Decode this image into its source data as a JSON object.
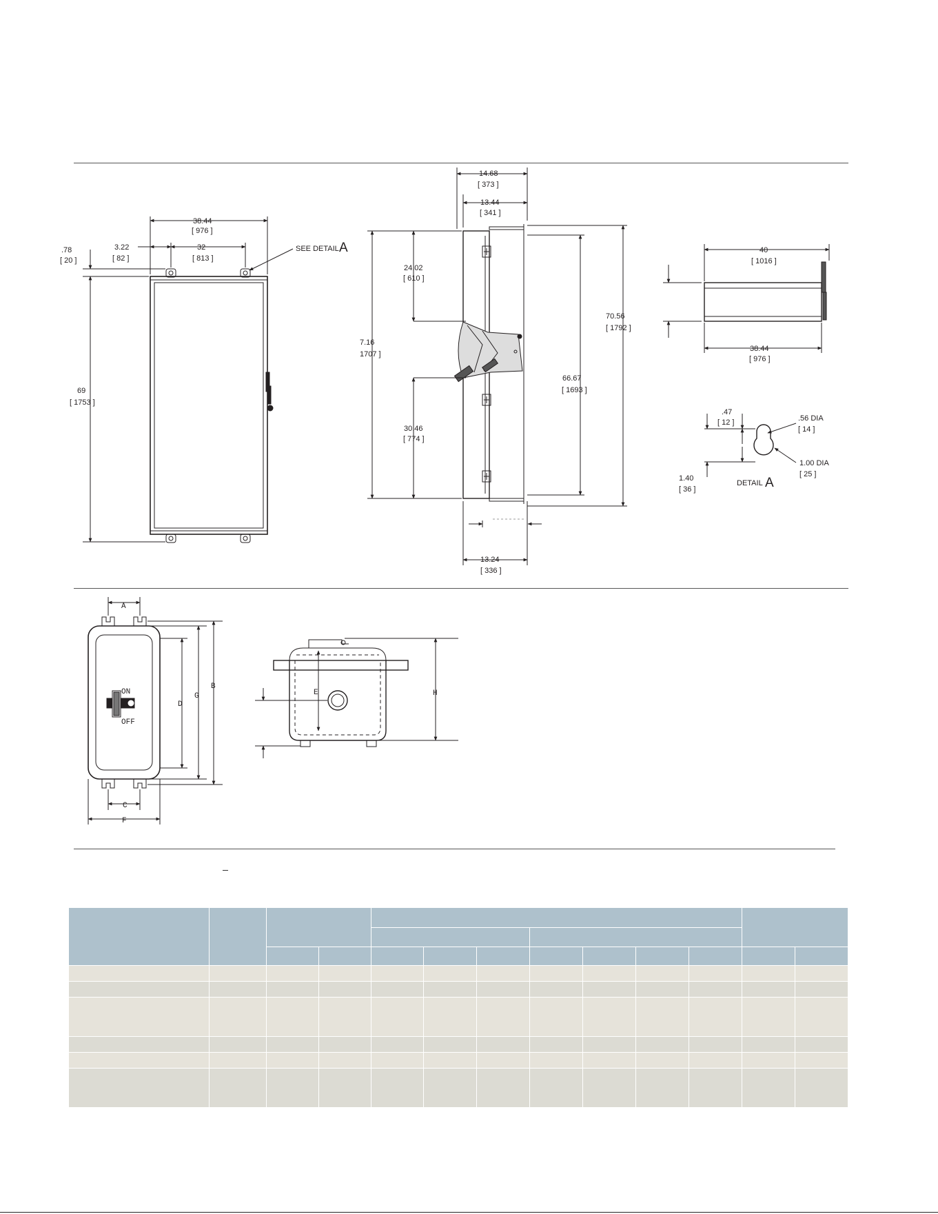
{
  "drawing1": {
    "dim_overall_width": "38.44",
    "dim_overall_width_mm": "[ 976 ]",
    "dim_offset": "3.22",
    "dim_offset_mm": "[ 82 ]",
    "dim_mount": "32",
    "dim_mount_mm": "[ 813 ]",
    "dim_top": ".78",
    "dim_top_mm": "[ 20 ]",
    "dim_height": "69",
    "dim_height_mm": "[ 1753 ]",
    "detail_callout_text": "SEE DETAIL",
    "detail_callout_letter": "A"
  },
  "drawing2": {
    "dim_top_outer": "14.68",
    "dim_top_outer_mm": "[ 373 ]",
    "dim_top_inner": "13.44",
    "dim_top_inner_mm": "[ 341 ]",
    "dim_upper": "24.02",
    "dim_upper_mm": "[ 610 ]",
    "dim_left_total": "7.16",
    "dim_left_total_mm": "1707  ]",
    "dim_lower": "30.46",
    "dim_lower_mm": "[ 774 ]",
    "dim_right_inner": "66.67",
    "dim_right_inner_mm": "[ 1693 ]",
    "dim_right_outer": "70.56",
    "dim_right_outer_mm": "[ 1792 ]",
    "dim_bottom": "13.24",
    "dim_bottom_mm": "[ 336 ]"
  },
  "drawing3": {
    "dim_top": "40",
    "dim_top_mm": "[ 1016 ]",
    "dim_bottom": "38.44",
    "dim_bottom_mm": "[ 976 ]"
  },
  "detailA": {
    "dim_top": ".47",
    "dim_top_mm": "[ 12 ]",
    "dim_small_dia": ".56  DIA",
    "dim_small_dia_mm": "[ 14 ]",
    "dim_large_dia": "1.00  DIA",
    "dim_large_dia_mm": "[ 25 ]",
    "dim_height": "1.40",
    "dim_height_mm": "[ 36 ]",
    "label_text": "DETAIL",
    "label_letter": "A"
  },
  "switch_front": {
    "label_a": "A",
    "label_b": "B",
    "label_c": "C",
    "label_d": "D",
    "label_f": "F",
    "label_g": "G",
    "on_label": "ON",
    "off_label": "OFF"
  },
  "switch_side": {
    "label_e": "E",
    "label_h": "H"
  },
  "table": {
    "header_color": "#aec1cc",
    "row_color_a": "#e6e3da",
    "row_color_b": "#dcdbd3"
  }
}
